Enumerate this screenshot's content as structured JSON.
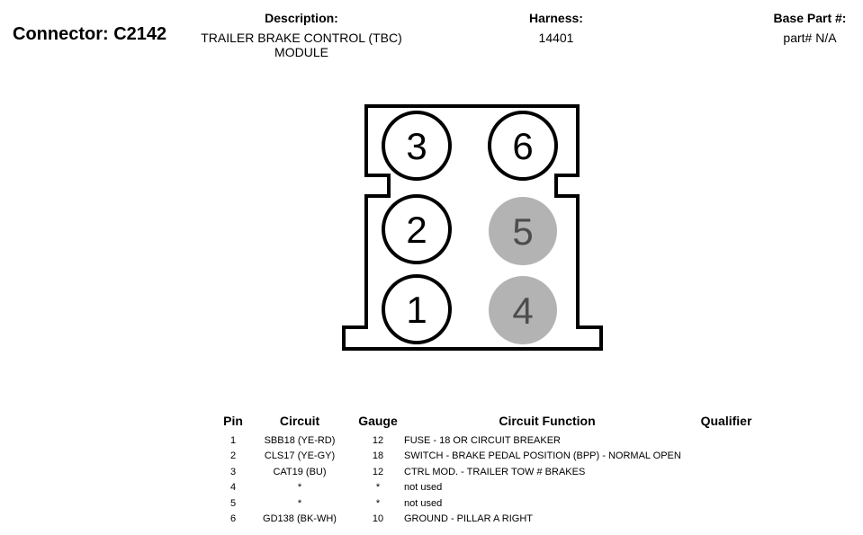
{
  "header": {
    "connector_title": "Connector: C2142",
    "description_label": "Description:",
    "description_line1": "TRAILER BRAKE CONTROL (TBC)",
    "description_line2": "MODULE",
    "harness_label": "Harness:",
    "harness_value": "14401",
    "base_part_label": "Base Part #:",
    "base_part_value": "part# N/A"
  },
  "connector_face": {
    "pins": [
      {
        "label": "3",
        "state": "used"
      },
      {
        "label": "6",
        "state": "used"
      },
      {
        "label": "2",
        "state": "used"
      },
      {
        "label": "5",
        "state": "unused"
      },
      {
        "label": "1",
        "state": "used"
      },
      {
        "label": "4",
        "state": "unused"
      }
    ],
    "colors": {
      "outline": "#000000",
      "used_fill": "#ffffff",
      "unused_fill": "#b3b3b3",
      "unused_text": "#4d4d4d"
    }
  },
  "table": {
    "headers": {
      "pin": "Pin",
      "circuit": "Circuit",
      "gauge": "Gauge",
      "function": "Circuit Function",
      "qualifier": "Qualifier"
    },
    "rows": [
      {
        "pin": "1",
        "circuit": "SBB18 (YE-RD)",
        "gauge": "12",
        "function": "FUSE - 18 OR CIRCUIT BREAKER",
        "qualifier": ""
      },
      {
        "pin": "2",
        "circuit": "CLS17 (YE-GY)",
        "gauge": "18",
        "function": "SWITCH - BRAKE PEDAL POSITION (BPP) - NORMAL OPEN",
        "qualifier": ""
      },
      {
        "pin": "3",
        "circuit": "CAT19 (BU)",
        "gauge": "12",
        "function": "CTRL MOD. - TRAILER TOW # BRAKES",
        "qualifier": ""
      },
      {
        "pin": "4",
        "circuit": "*",
        "gauge": "*",
        "function": "not used",
        "qualifier": ""
      },
      {
        "pin": "5",
        "circuit": "*",
        "gauge": "*",
        "function": "not used",
        "qualifier": ""
      },
      {
        "pin": "6",
        "circuit": "GD138 (BK-WH)",
        "gauge": "10",
        "function": "GROUND - PILLAR A RIGHT",
        "qualifier": ""
      }
    ]
  }
}
